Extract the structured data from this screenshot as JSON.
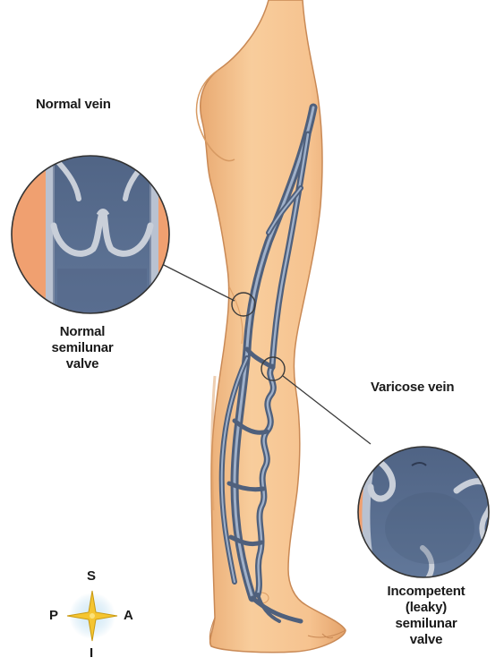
{
  "labels": {
    "normal_vein": "Normal vein",
    "normal_valve_line1": "Normal",
    "normal_valve_line2": "semilunar",
    "normal_valve_line3": "valve",
    "varicose_vein": "Varicose vein",
    "incompetent_line1": "Incompetent",
    "incompetent_line2": "(leaky)",
    "incompetent_line3": "semilunar",
    "incompetent_line4": "valve"
  },
  "compass": {
    "superior": "S",
    "inferior": "I",
    "posterior": "P",
    "anterior": "A"
  },
  "colors": {
    "skin": "#f7c794",
    "skin_shadow": "#e3a46b",
    "vein": "#5d6f8c",
    "vein_highlight": "#b7c3d6",
    "inset_bg": "#f0a070",
    "vein_interior": "#566a8a",
    "valve": "#c9cfd9",
    "compass_yellow": "#f5c531",
    "compass_glow": "#a9d4ec"
  }
}
